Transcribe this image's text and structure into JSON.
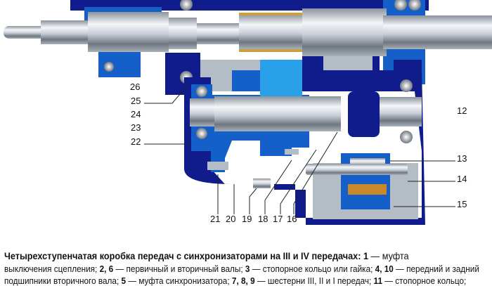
{
  "labels": {
    "n26": "26",
    "n25": "25",
    "n24": "24",
    "n23": "23",
    "n22": "22",
    "n12": "12",
    "n13": "13",
    "n14": "14",
    "n15": "15",
    "n21": "21",
    "n20": "20",
    "n19": "19",
    "n18": "18",
    "n17": "17",
    "n16": "16"
  },
  "caption": {
    "title": "Четырехступенчатая коробка передач с синхронизаторами на III и IV передачах:",
    "l1_n1": "1",
    "l1_t1": " — муфта",
    "l2_t0": "выключения сцепления; ",
    "l2_n1": "2, 6",
    "l2_t1": " — первичный и вторичный валы; ",
    "l2_n2": "3",
    "l2_t2": " — стопорное кольцо или гайка; ",
    "l2_n3": "4, 10",
    "l2_t3": " — передний и задний",
    "l3_t0": "подшипники вторичного вала; ",
    "l3_n1": "5",
    "l3_t1": " — муфта синхронизатора; ",
    "l3_n2": "7, 8, 9",
    "l3_t2": " — шестерни III, II и I передач; ",
    "l3_n3": "11",
    "l3_t3": " — стопорное кольцо;"
  },
  "colors": {
    "navy": "#101c8c",
    "blue": "#1560c8",
    "light_blue": "#2aa0ea",
    "grey": "#b4bcc6"
  }
}
